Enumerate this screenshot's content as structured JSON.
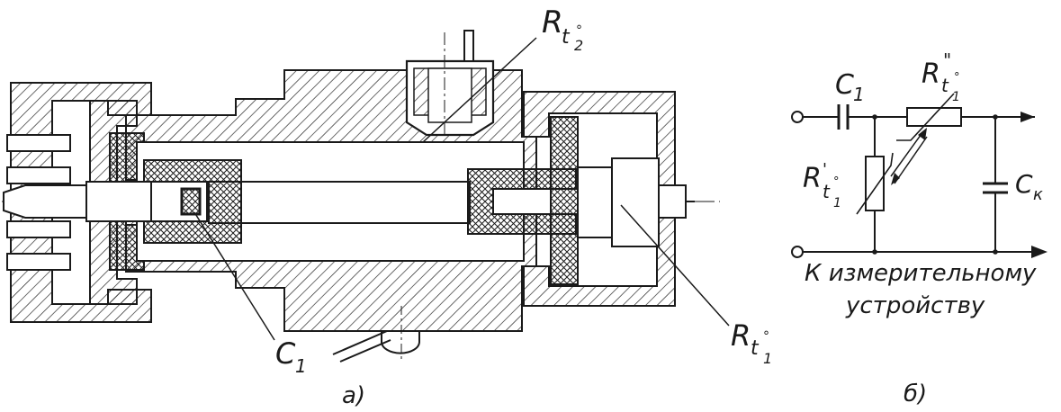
{
  "labels": {
    "rt2": "R",
    "rt2_sub": "t",
    "rt2_subsub": "2",
    "c1_a": "C",
    "c1_a_sub": "1",
    "rt1_a": "R",
    "rt1_a_sub": "t",
    "rt1_a_subsub": "1",
    "caption_a": "а)",
    "c1_b": "C",
    "c1_b_sub": "1",
    "rt1pp": "R",
    "rt1pp_sub": "t",
    "rt1pp_subsub": "1",
    "rt1p": "R",
    "rt1p_sub": "t",
    "rt1p_subsub": "1",
    "ck": "C",
    "ck_sub": "к",
    "to_meter_line1": "К измерительному",
    "to_meter_line2": "устройству",
    "caption_b": "б)"
  }
}
